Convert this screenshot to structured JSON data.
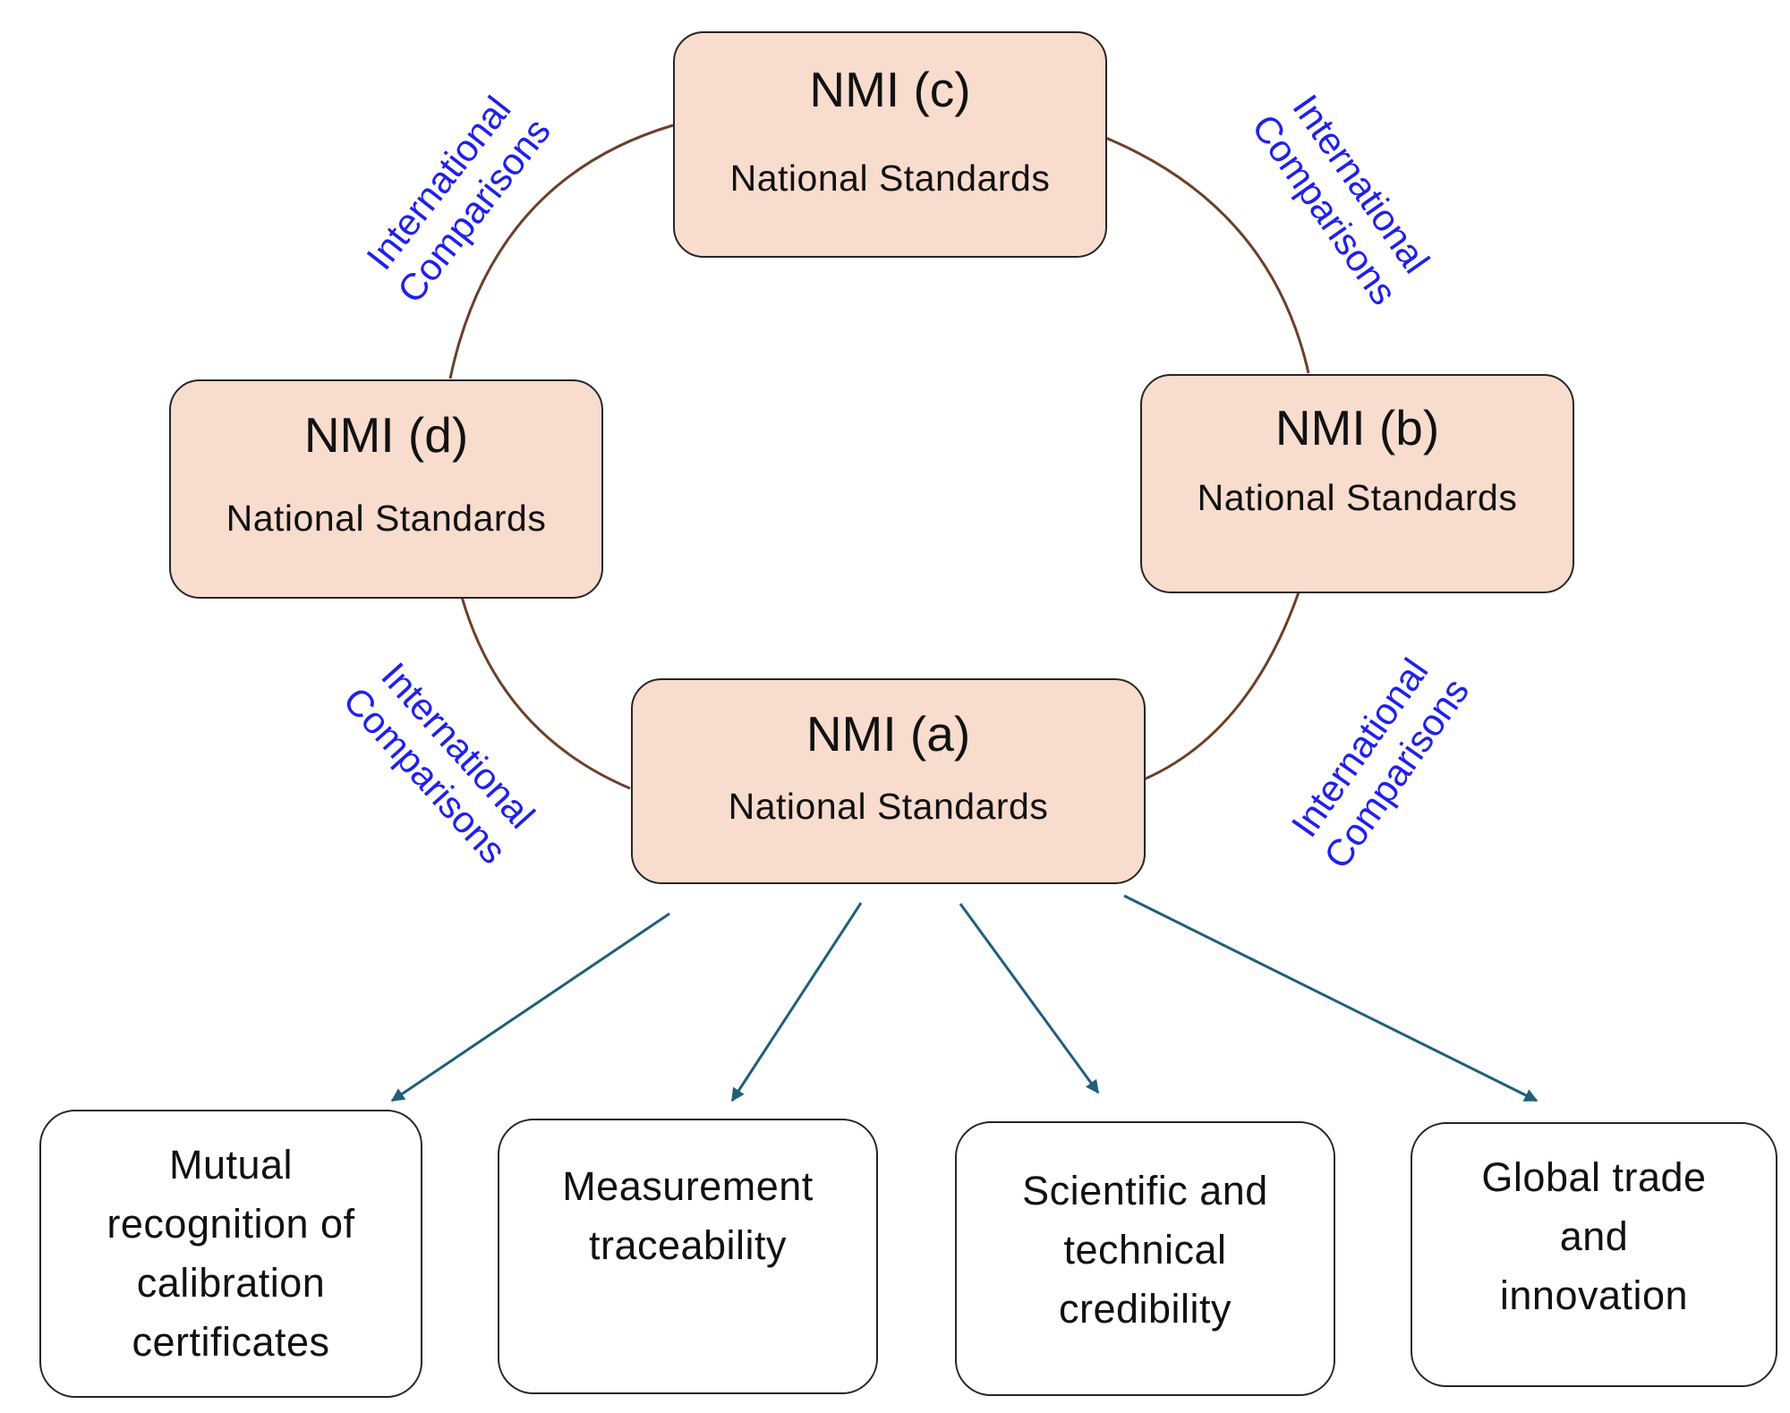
{
  "nmi_nodes": {
    "c": {
      "name": "NMI (c)",
      "standards": "National Standards"
    },
    "b": {
      "name": "NMI (b)",
      "standards": "National Standards"
    },
    "d": {
      "name": "NMI (d)",
      "standards": "National Standards"
    },
    "a": {
      "name": "NMI (a)",
      "standards": "National Standards"
    }
  },
  "comparison_labels": {
    "top_left": {
      "line1": "International",
      "line2": "Comparisons"
    },
    "top_right": {
      "line1": "International",
      "line2": "Comparisons"
    },
    "bottom_left": {
      "line1": "International",
      "line2": "Comparisons"
    },
    "bottom_right": {
      "line1": "International",
      "line2": "Comparisons"
    }
  },
  "outcomes": [
    {
      "text": "Mutual\nrecognition of\ncalibration\ncertificates"
    },
    {
      "text": "Measurement\ntraceability"
    },
    {
      "text": "Scientific and\ntechnical\ncredibility"
    },
    {
      "text": "Global trade\nand\ninnovation"
    }
  ],
  "colors": {
    "ring": "#6b3f2a",
    "arrow": "#1f5f7a",
    "node_fill": "#f8dccd",
    "label": "#2020ee"
  }
}
